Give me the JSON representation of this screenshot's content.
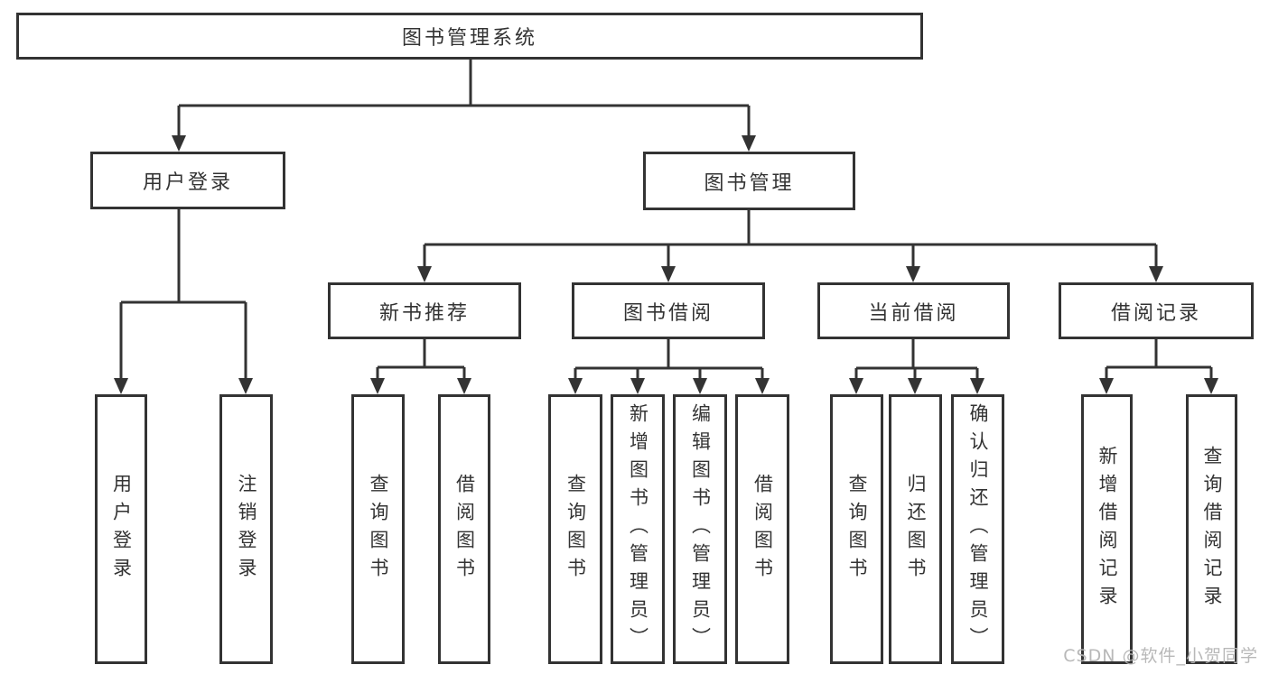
{
  "tree": {
    "root": "图书管理系统",
    "branches": [
      {
        "label": "用户登录",
        "leaves": [
          "用户登录",
          "注销登录"
        ]
      },
      {
        "label": "图书管理",
        "groups": [
          {
            "label": "新书推荐",
            "leaves": [
              "查询图书",
              "借阅图书"
            ]
          },
          {
            "label": "图书借阅",
            "leaves": [
              "查询图书",
              "新增图书（管理员）",
              "编辑图书（管理员）",
              "借阅图书"
            ]
          },
          {
            "label": "当前借阅",
            "leaves": [
              "查询图书",
              "归还图书",
              "确认归还（管理员）"
            ]
          },
          {
            "label": "借阅记录",
            "leaves": [
              "新增借阅记录",
              "查询借阅记录"
            ]
          }
        ]
      }
    ]
  },
  "watermark": "CSDN @软件_小贺同学",
  "colors": {
    "line": "#333333",
    "box_border": "#333333",
    "text": "#333333",
    "watermark": "#b3b3b3",
    "background": "#ffffff"
  }
}
